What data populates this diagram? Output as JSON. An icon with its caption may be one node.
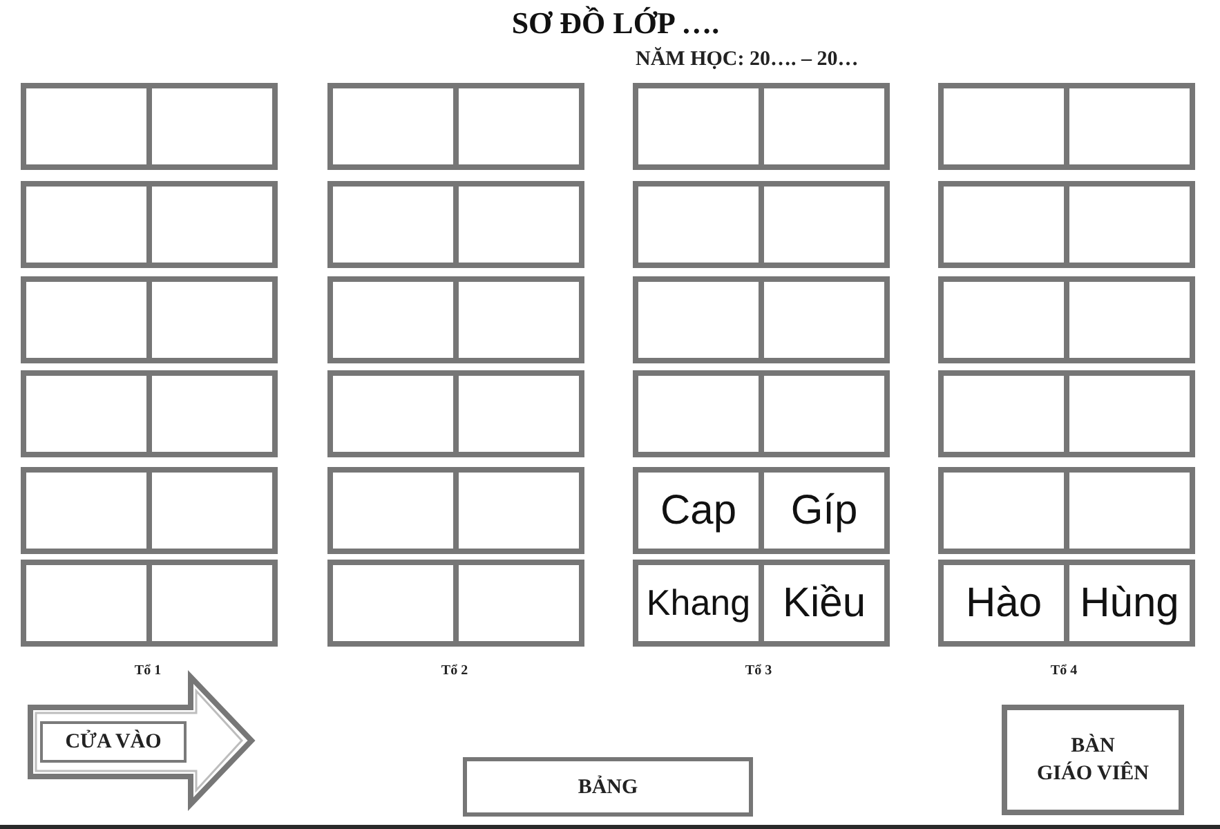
{
  "diagram": {
    "title": "SƠ ĐỒ LỚP ….",
    "nodes": [
      {
        "text": [],
        "shape": "box"
      },
      {
        "text": [],
        "shape": "box"
      },
      {
        "text": [],
        "shape": "box"
      },
      {
        "text": [],
        "shape": "box"
      },
      {
        "text": [],
        "shape": "box"
      },
      {
        "text": [],
        "shape": "box"
      },
      {
        "text": [],
        "shape": "box"
      },
      {
        "text": [],
        "shape": "box"
      },
      {
        "text": [],
        "shape": "box"
      },
      {
        "text": [],
        "shape": "box"
      },
      {
        "text": [],
        "shape": "box"
      },
      {
        "text": [],
        "shape": "box"
      },
      {
        "text": [],
        "shape": "box"
      },
      {
        "text": [],
        "shape": "box"
      },
      {
        "text": [],
        "shape": "box"
      },
      {
        "text": [],
        "shape": "box"
      },
      {
        "text": [],
        "shape": "box"
      },
      {
        "text": [],
        "shape": "box"
      },
      {
        "text": [],
        "shape": "box"
      },
      {
        "text": [],
        "shape": "box"
      },
      {
        "text": [],
        "shape": "box"
      },
      {
        "text": [],
        "shape": "box"
      },
      {
        "text": [],
        "shape": "box"
      },
      {
        "text": [],
        "shape": "box"
      },
      {
        "text": [],
        "shape": "box"
      },
      {
        "text": [],
        "shape": "box"
      },
      {
        "text": [],
        "shape": "box"
      },
      {
        "text": [],
        "shape": "box"
      },
      {
        "text": [],
        "shape": "box"
      },
      {
        "text": [],
        "shape": "box"
      },
      {
        "text": [],
        "shape": "box"
      },
      {
        "text": [],
        "shape": "box"
      },
      {
        "text": [],
        "shape": "box"
      },
      {
        "text": [],
        "shape": "box"
      },
      {
        "text": [],
        "shape": "box"
      },
      {
        "text": [],
        "shape": "box"
      },
      {
        "text": [
          "Cap"
        ]
      },
      {
        "text": [
          "Gíp"
        ]
      },
      {
        "text": [],
        "shape": "box"
      },
      {
        "text": [],
        "shape": "box"
      },
      {
        "text": [],
        "shape": "box"
      },
      {
        "text": [],
        "shape": "box"
      },
      {
        "text": [],
        "shape": "box"
      },
      {
        "text": [],
        "shape": "box"
      },
      {
        "text": [
          "Khang"
        ]
      },
      {
        "text": [
          "Kiều"
        ]
      },
      {
        "text": [
          "Hào"
        ]
      },
      {
        "text": [
          "Hùng"
        ]
      },
      {
        "text": [
          "CỬA VÀO"
        ]
      },
      {
        "text": [
          "BẢNG"
        ]
      },
      {
        "text": [
          "BÀN GIÁO VIÊN"
        ]
      }
    ],
    "labels": [
      "NĂM HỌC: 20…. – 20…",
      "Tổ 1",
      "Tổ 2",
      "Tổ 3",
      "Tổ 4"
    ]
  }
}
